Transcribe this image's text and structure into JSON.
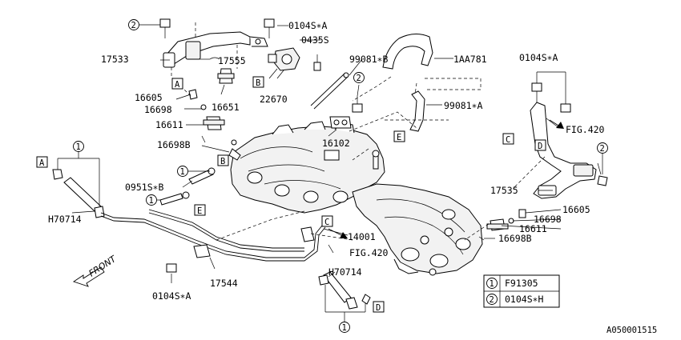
{
  "diagram_id": "A050001515",
  "labels": {
    "p17533": "17533",
    "p17555": "17555",
    "p0104SA_top": "0104S∗A",
    "p0435S": "0435S",
    "p22670": "22670",
    "p99081B": "99081∗B",
    "p1AA781": "1AA781",
    "p99081A": "99081∗A",
    "p16605_l": "16605",
    "p16698_l": "16698",
    "p16651": "16651",
    "p16611_l": "16611",
    "p16698B_l": "16698B",
    "p16102": "16102",
    "p0951SB": "0951S∗B",
    "pH70714_l": "H70714",
    "p14001": "14001",
    "pFIG420_a": "FIG.420",
    "pFIG420_b": "FIG.420",
    "p0104SA_right": "0104S∗A",
    "p17535": "17535",
    "p16605_r": "16605",
    "p16698_r": "16698",
    "p16611_r": "16611",
    "p16698B_r": "16698B",
    "p17544": "17544",
    "p0104SA_bottom": "0104S∗A",
    "pH70714_b": "H70714",
    "front": "FRONT"
  },
  "callouts": {
    "A": "A",
    "B": "B",
    "C": "C",
    "D": "D",
    "E": "E"
  },
  "circled": {
    "one": "1",
    "two": "2"
  },
  "legend": [
    {
      "num": "1",
      "part": "F91305"
    },
    {
      "num": "2",
      "part": "0104S∗H"
    }
  ]
}
